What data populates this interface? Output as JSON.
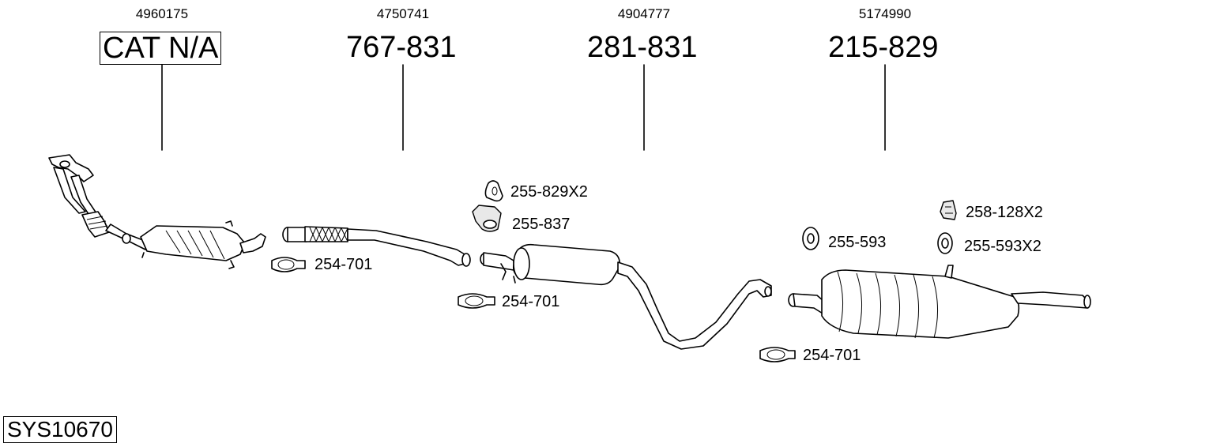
{
  "system": {
    "code": "SYS10670"
  },
  "parts": [
    {
      "oe_number": "4960175",
      "part_number": "CAT N/A"
    },
    {
      "oe_number": "4750741",
      "part_number": "767-831"
    },
    {
      "oe_number": "4904777",
      "part_number": "281-831"
    },
    {
      "oe_number": "5174990",
      "part_number": "215-829"
    }
  ],
  "accessories": [
    {
      "label": "254-701",
      "icon": "clamp-icon"
    },
    {
      "label": "255-829X2",
      "icon": "rubber-hanger-icon"
    },
    {
      "label": "255-837",
      "icon": "bracket-hanger-icon"
    },
    {
      "label": "254-701",
      "icon": "clamp-icon"
    },
    {
      "label": "255-593",
      "icon": "rubber-ring-icon"
    },
    {
      "label": "258-128X2",
      "icon": "mount-bracket-icon"
    },
    {
      "label": "255-593X2",
      "icon": "rubber-ring-icon"
    },
    {
      "label": "254-701",
      "icon": "clamp-icon"
    }
  ]
}
